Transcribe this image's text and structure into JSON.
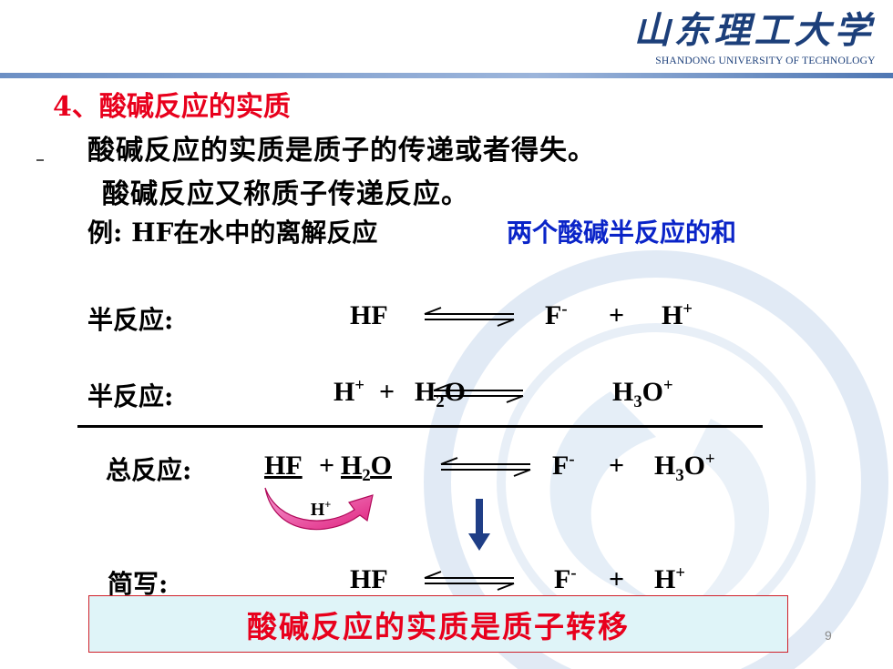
{
  "header": {
    "logo_cn": "山东理工大学",
    "logo_en": "SHANDONG UNIVERSITY OF TECHNOLOGY"
  },
  "section": {
    "title": "4、酸碱反应的实质",
    "line1": "酸碱反应的实质是质子的传递或者得失。",
    "line2": "酸碱反应又称质子传递反应。",
    "example_prefix": "例: HF在水中的离解反应",
    "example_note": "两个酸碱半反应的和"
  },
  "reactions": {
    "half_label": "半反应:",
    "total_label": "总反应:",
    "short_label": "简写:",
    "half1": {
      "left": "HF",
      "right_a": "F",
      "right_a_charge": "-",
      "plus": "+",
      "right_b": "H",
      "right_b_charge": "+"
    },
    "half2": {
      "left_a": "H",
      "left_a_charge": "+",
      "plus": "+",
      "left_b": "H",
      "left_b_sub": "2",
      "left_b_tail": "O",
      "right": "H",
      "right_sub": "3",
      "right_tail": "O",
      "right_charge": "+"
    },
    "total": {
      "left_a": "HF",
      "plus": "+",
      "left_b": "H",
      "left_b_sub": "2",
      "left_b_tail": "O",
      "right_a": "F",
      "right_a_charge": "-",
      "plus2": "+",
      "right_b": "H",
      "right_b_sub": "3",
      "right_b_tail": "O",
      "right_b_charge": "+"
    },
    "transfer_label": "H",
    "transfer_charge": "+",
    "short": {
      "left": "HF",
      "right_a": "F",
      "right_a_charge": "-",
      "plus": "+",
      "right_b": "H",
      "right_b_charge": "+"
    }
  },
  "banner_text": "酸碱反应的实质是质子转移",
  "page_number": "9",
  "colors": {
    "red": "#e8001c",
    "blue": "#0a24c8",
    "banner_bg": "#dff4f8",
    "logo": "#1c3f7a"
  }
}
